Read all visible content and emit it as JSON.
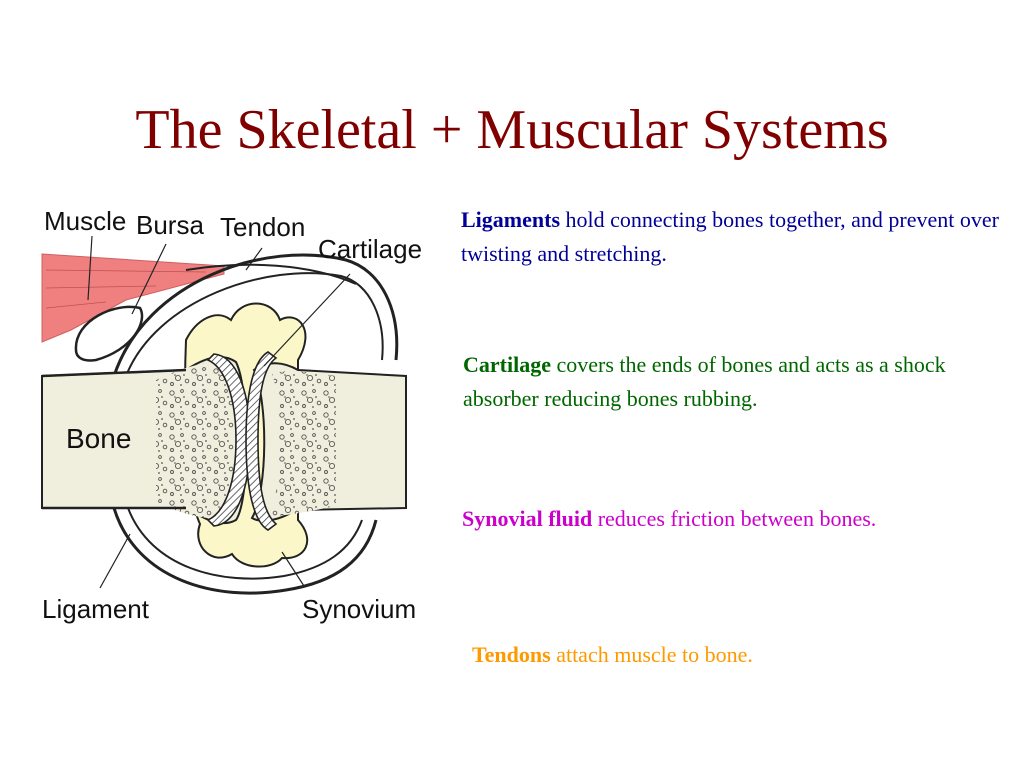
{
  "slide": {
    "title": "The Skeletal + Muscular Systems"
  },
  "diagram": {
    "labels": {
      "muscle": "Muscle",
      "bursa": "Bursa",
      "tendon": "Tendon",
      "cartilage": "Cartilage",
      "bone": "Bone",
      "ligament": "Ligament",
      "synovium": "Synovium"
    }
  },
  "definitions": [
    {
      "term": "Ligaments",
      "text": " hold connecting bones together, and prevent over twisting and stretching."
    },
    {
      "term": "Cartilage",
      "text": " covers the ends of bones and acts as a shock absorber reducing bones rubbing."
    },
    {
      "term": "Synovial fluid",
      "text": " reduces friction between bones."
    },
    {
      "term": "Tendons",
      "text": " attach muscle to bone."
    }
  ],
  "colors": {
    "title": "#800000",
    "ligaments": "#000099",
    "cartilage": "#006600",
    "synovial_fluid": "#cc00cc",
    "tendons": "#ff9900",
    "muscle_fill": "#f08080",
    "bone_fill": "#f0eedc",
    "synovial_fill": "#fbf7c8"
  }
}
